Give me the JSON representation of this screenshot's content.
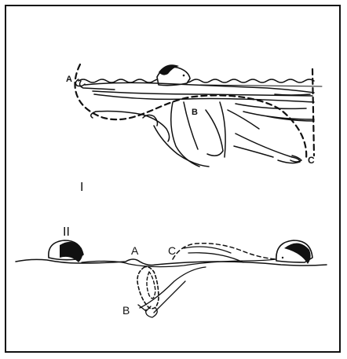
{
  "figure": {
    "panel_top": {
      "roman": "I",
      "points": {
        "a": "A",
        "b": "B",
        "c": "C"
      }
    },
    "panel_bottom": {
      "roman": "II",
      "points": {
        "a": "A",
        "b": "B",
        "c": "C"
      }
    }
  },
  "colors": {
    "ink": "#111111",
    "paper": "#ffffff",
    "hair": "#222222"
  }
}
